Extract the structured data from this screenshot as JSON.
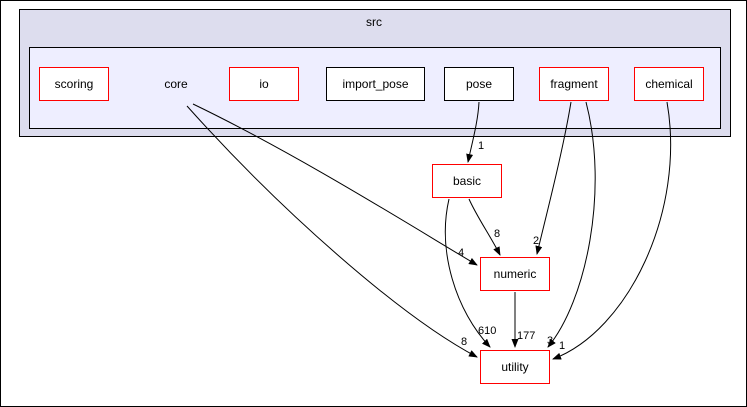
{
  "diagram": {
    "parent_label": "src",
    "current_label": "core",
    "top_boxes": [
      {
        "label": "scoring",
        "border": "red"
      },
      {
        "label": "io",
        "border": "red"
      },
      {
        "label": "import_pose",
        "border": "black"
      },
      {
        "label": "pose",
        "border": "black"
      },
      {
        "label": "fragment",
        "border": "red"
      },
      {
        "label": "chemical",
        "border": "red"
      }
    ],
    "dep_boxes": [
      {
        "label": "basic",
        "border": "red"
      },
      {
        "label": "numeric",
        "border": "red"
      },
      {
        "label": "utility",
        "border": "red"
      }
    ],
    "colors": {
      "cluster_outer_fill": "#ddddee",
      "cluster_inner_fill": "#eeeeff",
      "red_border": "#ff0000",
      "black_border": "#000000"
    },
    "edges": [
      {
        "from": "pose",
        "to": "basic",
        "count": "1"
      },
      {
        "from": "basic",
        "to": "numeric",
        "count": "8"
      },
      {
        "from": "fragment",
        "to": "numeric",
        "count": "2"
      },
      {
        "from": "core",
        "to": "numeric",
        "count": "4"
      },
      {
        "from": "core",
        "to": "utility",
        "count": "8"
      },
      {
        "from": "basic",
        "to": "utility",
        "count": "610"
      },
      {
        "from": "numeric",
        "to": "utility",
        "count": "177"
      },
      {
        "from": "fragment",
        "to": "utility",
        "count": "3"
      },
      {
        "from": "chemical",
        "to": "utility",
        "count": "1"
      }
    ]
  }
}
